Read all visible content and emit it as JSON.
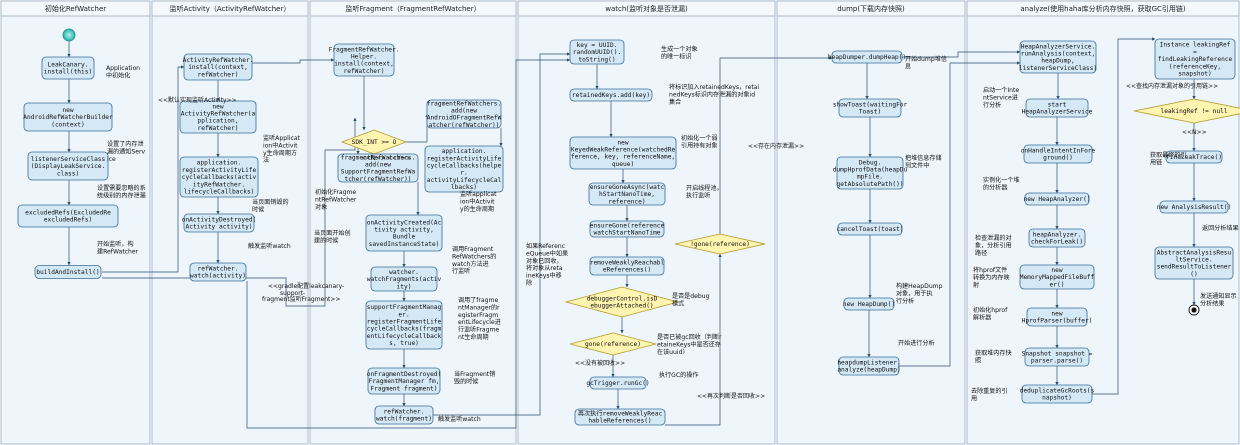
{
  "lanes": [
    {
      "id": "l1",
      "title": "初始化RefWatcher"
    },
    {
      "id": "l2",
      "title": "监听Activity（ActivityRefWatcher）"
    },
    {
      "id": "l3",
      "title": "监听Fragment（FragmentRefWatcher）"
    },
    {
      "id": "l4",
      "title": "watch(监听对象是否泄漏)"
    },
    {
      "id": "l5",
      "title": "dump(下载内存快照)"
    },
    {
      "id": "l6",
      "title": "analyze(使用haha库分析内存快照，获取GC引用链)"
    }
  ],
  "nodes": [
    {
      "id": "n1",
      "shape": "rect",
      "lines": [
        "LeakCanary.",
        "install(this)"
      ]
    },
    {
      "id": "n2",
      "shape": "rect",
      "lines": [
        "new",
        "AndroidRefWatcherBuilder",
        "(context)"
      ]
    },
    {
      "id": "n3",
      "shape": "rect",
      "lines": [
        "listenerServiceClass",
        "(DisplayLeakService.",
        "class)"
      ]
    },
    {
      "id": "n4",
      "shape": "rect",
      "lines": [
        "excludedRefs(ExcludedRe",
        "excludedRefs)"
      ]
    },
    {
      "id": "n5",
      "shape": "rect",
      "lines": [
        "buildAndInstall()"
      ]
    },
    {
      "id": "a1",
      "shape": "rect",
      "lines": [
        "ActivityRefWatcher.",
        "install(context,",
        "refWatcher)"
      ]
    },
    {
      "id": "a2",
      "shape": "rect",
      "lines": [
        "new",
        "ActivityRefWatcher(a",
        "pplication,",
        "refWatcher)"
      ]
    },
    {
      "id": "a3",
      "shape": "rect",
      "lines": [
        "application.",
        "registerActivityLife",
        "cycleCallbacks(activ",
        "ityRefWatcher.",
        "lifecycleCallbacks)"
      ]
    },
    {
      "id": "a4",
      "shape": "rect",
      "lines": [
        "onActivityDestroyed(",
        "Activity activity)"
      ]
    },
    {
      "id": "a5",
      "shape": "rect",
      "lines": [
        "refWatcher.",
        "watch(activity)"
      ]
    },
    {
      "id": "f1",
      "shape": "rect",
      "lines": [
        "FragmentRefWatcher.",
        "Helper.",
        "install(context,",
        "refWatcher)"
      ]
    },
    {
      "id": "f2",
      "shape": "diamond",
      "lines": [
        "SDK_INT >= O"
      ]
    },
    {
      "id": "f3",
      "shape": "rect",
      "lines": [
        "fragmentRefWatchers.",
        "add(new",
        "AndroidOFragmentRefW",
        "atcher(refWatcher))"
      ]
    },
    {
      "id": "f4",
      "shape": "rect",
      "lines": [
        "fragmentRefWatchers.",
        "add(new",
        "SupportFragmentRefWa",
        "tcher(refWatcher))"
      ]
    },
    {
      "id": "f5",
      "shape": "rect",
      "lines": [
        "application.",
        "registerActivityLife",
        "cycleCallbacks(helpe",
        "r.",
        "activityLifecycleCal",
        "lbacks)"
      ]
    },
    {
      "id": "f6",
      "shape": "rect",
      "lines": [
        "onActivityCreated(Ac",
        "tivity activity,",
        "Bundle",
        "savedInstanceState)"
      ]
    },
    {
      "id": "f7",
      "shape": "rect",
      "lines": [
        "watcher.",
        "watchFragments(activ",
        "ity)"
      ]
    },
    {
      "id": "f8",
      "shape": "rect",
      "lines": [
        "supportFragmentManag",
        "er.",
        "registerFragmentLife",
        "cycleCallbacks(fragm",
        "entLifecycleCallback",
        "s, true)"
      ]
    },
    {
      "id": "f9",
      "shape": "rect",
      "lines": [
        "onFragmentDestroyed(",
        "FragmentManager fm,",
        "Fragment fragment)"
      ]
    },
    {
      "id": "f10",
      "shape": "rect",
      "lines": [
        "refWatcher.",
        "watch(fragment)"
      ]
    },
    {
      "id": "w1",
      "shape": "rect",
      "lines": [
        "key = UUID.",
        "randomUUID().",
        "toString()"
      ]
    },
    {
      "id": "w2",
      "shape": "rect",
      "lines": [
        "retainedKeys.add(key)"
      ]
    },
    {
      "id": "w3",
      "shape": "rect",
      "lines": [
        "new",
        "KeyedWeakReference(watchedRe",
        "ference, key, referenceName,",
        "queue)"
      ]
    },
    {
      "id": "w4",
      "shape": "rect",
      "lines": [
        "ensureGoneAsync(watc",
        "hStartNanoTime,",
        "reference)"
      ]
    },
    {
      "id": "w5",
      "shape": "rect",
      "lines": [
        "ensureGone(reference",
        "watchStartNanoTime"
      ]
    },
    {
      "id": "w6",
      "shape": "rect",
      "lines": [
        "removeWeaklyReachabl",
        "eReferences()"
      ]
    },
    {
      "id": "w7",
      "shape": "diamond",
      "lines": [
        "debuggerControl.isD",
        "ebuggerAttached()"
      ]
    },
    {
      "id": "w8",
      "shape": "diamond",
      "lines": [
        "gone(reference)"
      ]
    },
    {
      "id": "w9",
      "shape": "rect",
      "lines": [
        "gcTrigger.runGc()"
      ]
    },
    {
      "id": "w10",
      "shape": "rect",
      "lines": [
        "再次执行removeWeaklyReac",
        "hableReferences()"
      ]
    },
    {
      "id": "w11",
      "shape": "diamond",
      "lines": [
        "!gone(reference)"
      ]
    },
    {
      "id": "d1",
      "shape": "rect",
      "lines": [
        "heapDumper.dumpHeap()"
      ]
    },
    {
      "id": "d2",
      "shape": "rect",
      "lines": [
        "showToast(waitingFor",
        "Toast)"
      ]
    },
    {
      "id": "d3",
      "shape": "rect",
      "lines": [
        "Debug.",
        "dumpHprofData(heapDu",
        "mpFile.",
        "getAbsolutePath())"
      ]
    },
    {
      "id": "d4",
      "shape": "rect",
      "lines": [
        "cancelToast(toast)"
      ]
    },
    {
      "id": "d5",
      "shape": "rect",
      "lines": [
        "new HeapDump()"
      ]
    },
    {
      "id": "d6",
      "shape": "rect",
      "lines": [
        "heapdumpListener.",
        "analyze(heapDump)"
      ]
    },
    {
      "id": "z1",
      "shape": "rect",
      "lines": [
        "HeapAnalyzerService.",
        "runAnalysis(context,",
        "heapDump,",
        "listenerServiceClass)"
      ]
    },
    {
      "id": "z2",
      "shape": "rect",
      "lines": [
        "start",
        "HeapAnalyzerService"
      ]
    },
    {
      "id": "z3",
      "shape": "rect",
      "lines": [
        "onHandleIntentInFore",
        "ground()"
      ]
    },
    {
      "id": "z4",
      "shape": "rect",
      "lines": [
        "new HeapAnalyzer()"
      ]
    },
    {
      "id": "z5",
      "shape": "rect",
      "lines": [
        "heapAnalyzer.",
        "checkForLeak()"
      ]
    },
    {
      "id": "z6",
      "shape": "rect",
      "lines": [
        "new",
        "MemoryMappedFileBuff",
        "er()"
      ]
    },
    {
      "id": "z7",
      "shape": "rect",
      "lines": [
        "new",
        "HprofParser(buffer)"
      ]
    },
    {
      "id": "z8",
      "shape": "rect",
      "lines": [
        "Snapshot snapshot =",
        "parser.parse()"
      ]
    },
    {
      "id": "z9",
      "shape": "rect",
      "lines": [
        "deduplicateGcRoots(s",
        "napshot)"
      ]
    },
    {
      "id": "z10",
      "shape": "rect",
      "lines": [
        "Instance leakingRef",
        "=",
        "findLeakingReference",
        "(referenceKey,",
        "snapshot)"
      ]
    },
    {
      "id": "z11",
      "shape": "diamond",
      "lines": [
        "leakingRef != null"
      ]
    },
    {
      "id": "z12",
      "shape": "rect",
      "lines": [
        "findLeakTrace()"
      ]
    },
    {
      "id": "z13",
      "shape": "rect",
      "lines": [
        "new AnalysisResult()"
      ]
    },
    {
      "id": "z14",
      "shape": "rect",
      "lines": [
        "AbstractAnalysisResu",
        "ltService.",
        "sendResultToListener",
        "()"
      ]
    }
  ],
  "notes": [
    {
      "id": "t1",
      "lines": [
        "Application",
        "中初始化"
      ]
    },
    {
      "id": "t2",
      "lines": [
        "设置了内存泄",
        "漏的通知Serv",
        "ice"
      ]
    },
    {
      "id": "t3",
      "lines": [
        "设置需要忽略的系",
        "统级别的内存泄漏"
      ]
    },
    {
      "id": "t4",
      "lines": [
        "开始监听，构",
        "建RefWatcher"
      ]
    },
    {
      "id": "t5",
      "lines": [
        "监听Applicat",
        "ion中Activit",
        "y生命周期方",
        "法"
      ]
    },
    {
      "id": "t6",
      "lines": [
        "当页面销毁的",
        "时候"
      ]
    },
    {
      "id": "t7",
      "lines": [
        "触发监听watch"
      ]
    },
    {
      "id": "t8",
      "lines": [
        "初始化Fragme",
        "ntRefWatcher",
        "对象"
      ]
    },
    {
      "id": "t9",
      "lines": [
        "当页面开始创",
        "建的时候"
      ]
    },
    {
      "id": "t10",
      "lines": [
        "监听applicat",
        "ion中Activit",
        "y的生命周期"
      ]
    },
    {
      "id": "t11",
      "lines": [
        "调用Fragment",
        "RefWatchers的",
        "watch方法进",
        "行监听"
      ]
    },
    {
      "id": "t12",
      "lines": [
        "调用了fragme",
        "ntManager的r",
        "egisterFragm",
        "entLifecycle进",
        "行监听Fragme",
        "nt生命周期"
      ]
    },
    {
      "id": "t13",
      "lines": [
        "当Fragment销",
        "毁的时候"
      ]
    },
    {
      "id": "t14",
      "lines": [
        "触发监听watch"
      ]
    },
    {
      "id": "t15",
      "lines": [
        "生成一个对象",
        "的唯一标识"
      ]
    },
    {
      "id": "t16",
      "lines": [
        "将标识加入retainedKeys，retai",
        "nedKeys标识内存泄漏的对象id",
        "集合"
      ]
    },
    {
      "id": "t17",
      "lines": [
        "初始化一个弱",
        "引用持有对象"
      ]
    },
    {
      "id": "t18",
      "lines": [
        "开启线程池，",
        "执行监听"
      ]
    },
    {
      "id": "t19",
      "lines": [
        "是否是debug",
        "模式"
      ]
    },
    {
      "id": "t20",
      "lines": [
        "是否已被gc回收（判断r",
        "etaineKeys中是否还存",
        "在该uuid）"
      ]
    },
    {
      "id": "t21",
      "lines": [
        "执行GC的操作"
      ]
    },
    {
      "id": "t22",
      "lines": [
        "如果Referenc",
        "eQueue中如果",
        "对象已回收，",
        "将对象从reta",
        "ineKeys中移",
        "除"
      ]
    },
    {
      "id": "t23",
      "lines": [
        "开始dump堆信",
        "息"
      ]
    },
    {
      "id": "t24",
      "lines": [
        "把堆信息存储",
        "到文件中"
      ]
    },
    {
      "id": "t25",
      "lines": [
        "构建HeapDump",
        "对象，用于执",
        "行分析"
      ]
    },
    {
      "id": "t26",
      "lines": [
        "开始进行分析"
      ]
    },
    {
      "id": "t27",
      "lines": [
        "启动一个Inte",
        "ntService进",
        "行分析"
      ]
    },
    {
      "id": "t28",
      "lines": [
        "实例化一个堆",
        "的分析器"
      ]
    },
    {
      "id": "t29",
      "lines": [
        "检查泄漏的对",
        "象，分析引用",
        "路径"
      ]
    },
    {
      "id": "t30",
      "lines": [
        "将hprof文件",
        "转换为内存映",
        "射"
      ]
    },
    {
      "id": "t31",
      "lines": [
        "初始化hprof",
        "解析器"
      ]
    },
    {
      "id": "t32",
      "lines": [
        "获取堆内存快",
        "照"
      ]
    },
    {
      "id": "t33",
      "lines": [
        "去除重复的引",
        "用"
      ]
    },
    {
      "id": "t34",
      "lines": [
        "获取最终的引",
        "用链"
      ]
    },
    {
      "id": "t35",
      "lines": [
        "返回分析结果"
      ]
    },
    {
      "id": "t36",
      "lines": [
        "发送通知显示",
        "分析结果"
      ]
    }
  ],
  "edge_labels": [
    {
      "id": "e1",
      "text": "<<默认实现监听Activity>>"
    },
    {
      "id": "e2",
      "text": "<<gradle配置leakcanary-"
    },
    {
      "id": "e3",
      "text": "support-"
    },
    {
      "id": "e4",
      "text": "fragment监听Fragment>>"
    },
    {
      "id": "e5",
      "text": "<<N>>"
    },
    {
      "id": "e6",
      "text": "<<Y>>"
    },
    {
      "id": "e7",
      "text": "<<存在内存泄漏>>"
    },
    {
      "id": "e8",
      "text": "<<没有被回收>>"
    },
    {
      "id": "e9",
      "text": "<<再次判断是否回收>>"
    },
    {
      "id": "e10",
      "text": "<<查找内存泄漏对象的引用链>>"
    },
    {
      "id": "e11",
      "text": "<<N>>"
    }
  ],
  "colors": {
    "lane_bg": "#eef5fb",
    "lane_border": "#9ab0c3",
    "lane_header_bg": "#f3f8fc",
    "node_fill": "#d5e8f6",
    "node_stroke": "#3b6e96",
    "diamond_fill": "#fff4b0",
    "diamond_stroke": "#b29a2a",
    "edge": "#2b4f73",
    "start": "#2fc1bd"
  }
}
